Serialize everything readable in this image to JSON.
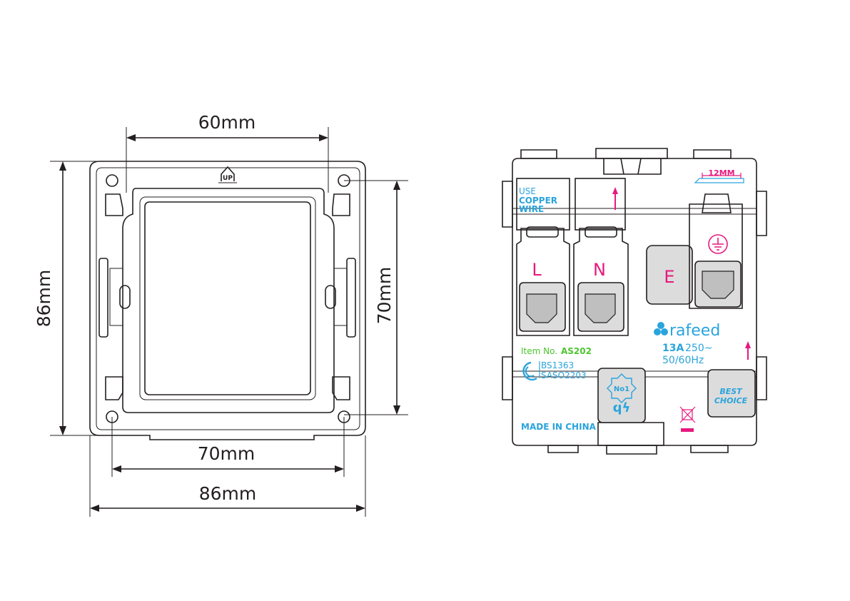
{
  "dimensions": {
    "top_width": "60mm",
    "left_height": "86mm",
    "right_height": "70mm",
    "bottom_inner": "70mm",
    "bottom_outer": "86mm"
  },
  "front": {
    "up_mark": "UP"
  },
  "back": {
    "use_label": "USE",
    "copper_label": "COPPER",
    "wire_label": "WIRE",
    "terminal_l": "L",
    "terminal_n": "N",
    "terminal_e": "E",
    "strip_length": "12MM",
    "brand": "rafeed",
    "rating_amps": "13A",
    "rating_volts": "250~",
    "frequency": "50/60Hz",
    "item_prefix": "Item No.",
    "item_number": "AS202",
    "standard_1": "BS1363",
    "standard_2": "SASO2203",
    "made_in": "MADE IN CHINA",
    "badge_no1": "No1",
    "best": "BEST",
    "choice": "CHOICE"
  },
  "colors": {
    "line": "#231f20",
    "blue": "#2aa4dc",
    "pink": "#e6197f",
    "green": "#4cc52f",
    "panel_grey": "#d9d9d9"
  }
}
